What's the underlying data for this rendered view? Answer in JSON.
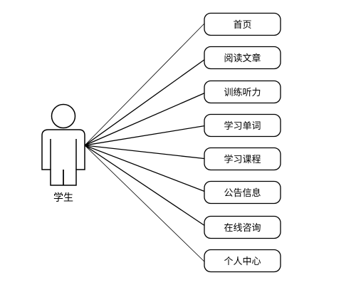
{
  "diagram": {
    "actor": {
      "label": "学生"
    },
    "use_cases": [
      {
        "label": "首页"
      },
      {
        "label": "阅读文章"
      },
      {
        "label": "训练听力"
      },
      {
        "label": "学习单词"
      },
      {
        "label": "学习课程"
      },
      {
        "label": "公告信息"
      },
      {
        "label": "在线咨询"
      },
      {
        "label": "个人中心"
      }
    ],
    "colors": {
      "stroke": "#000000",
      "background": "#ffffff",
      "fill": "#ffffff"
    }
  }
}
